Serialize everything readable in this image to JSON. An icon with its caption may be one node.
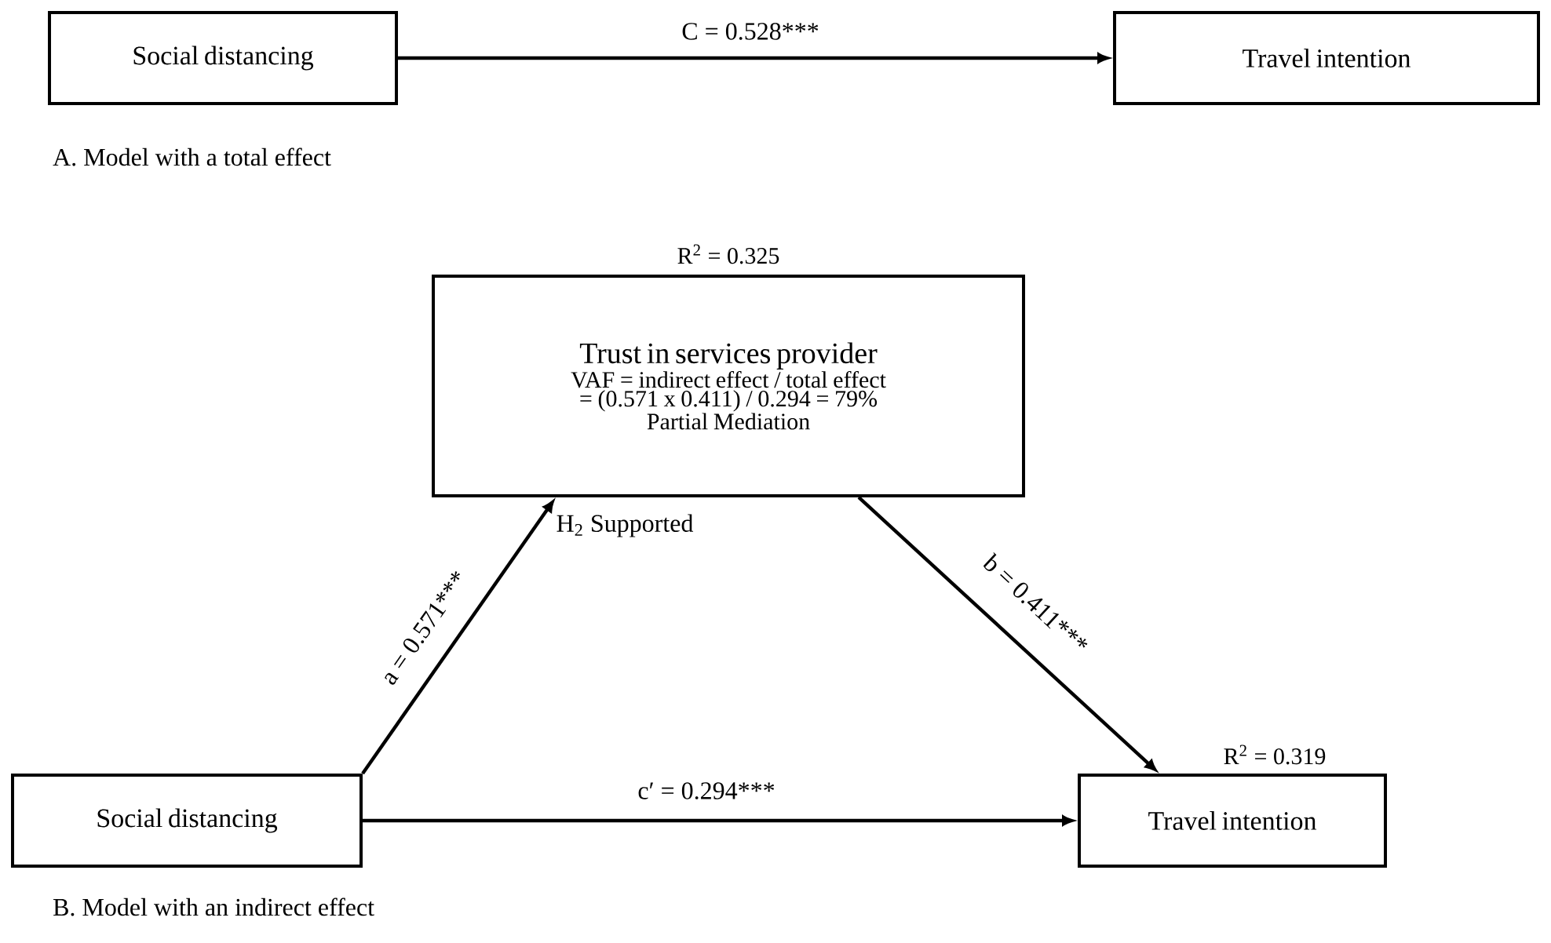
{
  "diagram": {
    "nodes": [
      {
        "text": [
          "Social distancing"
        ]
      },
      {
        "text": [
          "Travel intention"
        ]
      },
      {
        "text": [
          "Trust in services provider",
          "VAF = indirect effect / total effect = (0.571 x 0.411) / 0.294 = 79%",
          "Partial Mediation"
        ],
        "beside": [
          "R$^{2}$ = 0.325"
        ]
      },
      {
        "text": [
          "Social distancing"
        ]
      },
      {
        "text": [
          "Travel intention"
        ],
        "beside": [
          "R$^{2}$ = 0.319"
        ]
      }
    ],
    "edges": [
      {
        "from": 0,
        "to": 1,
        "arrow": "to",
        "label": "C = 0.528***"
      },
      {
        "from": 3,
        "to": 2,
        "arrow": "to",
        "label": "a = 0.571***"
      },
      {
        "from": 2,
        "to": 4,
        "arrow": "to",
        "label": "b = 0.411***"
      },
      {
        "from": 3,
        "to": 4,
        "arrow": "to",
        "label": "c′ = 0.294***"
      }
    ],
    "labels": [
      "A. Model with a total effect",
      "H$_{2}$ Supported",
      "B. Model with an indirect effect"
    ]
  }
}
